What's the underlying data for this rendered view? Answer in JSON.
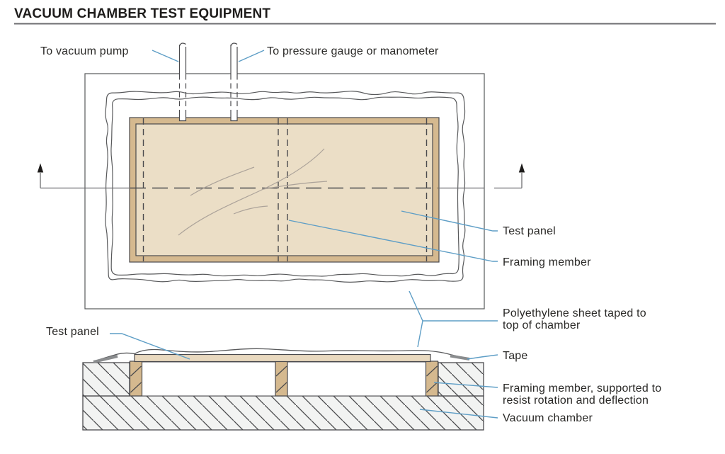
{
  "title": "VACUUM CHAMBER TEST EQUIPMENT",
  "diagram": {
    "top_view": {
      "labels": {
        "vacuum_pump": "To vacuum pump",
        "pressure_gauge": "To pressure gauge or manometer",
        "test_panel": "Test panel",
        "framing_member": "Framing member"
      }
    },
    "section_view": {
      "labels": {
        "test_panel": "Test panel",
        "polyethylene_line1": "Polyethylene sheet taped to",
        "polyethylene_line2": "top of chamber",
        "tape": "Tape",
        "framing_member_line1": "Framing member, supported to",
        "framing_member_line2": "resist rotation and deflection",
        "vacuum_chamber": "Vacuum chamber"
      }
    }
  },
  "colors": {
    "chamber_top": "#ecedec",
    "frame_tan": "#d5b98f",
    "panel_tan": "#ebdec6",
    "section_panel_tan": "#e9d9bf",
    "hatch_bg": "#f2f3f2",
    "leader_blue": "#5e9ec6",
    "line_dark": "#4a4a4d",
    "text": "#2a2927"
  }
}
